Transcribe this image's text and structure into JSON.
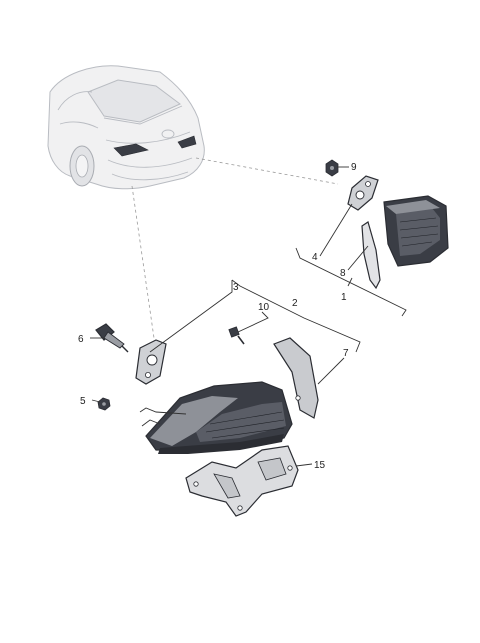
{
  "labels": {
    "n1": "1",
    "n2": "2",
    "n3": "3",
    "n4": "4",
    "n5": "5",
    "n6": "6",
    "n7": "7",
    "n8": "8",
    "n9": "9",
    "n10": "10",
    "n15": "15"
  },
  "colors": {
    "lamp_body": "#3a3d45",
    "lamp_lens": "#8e9198",
    "panel": "#c9cbcf",
    "bracket": "#dcdde0",
    "car_body": "#f1f1f2",
    "leader": "#333333"
  }
}
